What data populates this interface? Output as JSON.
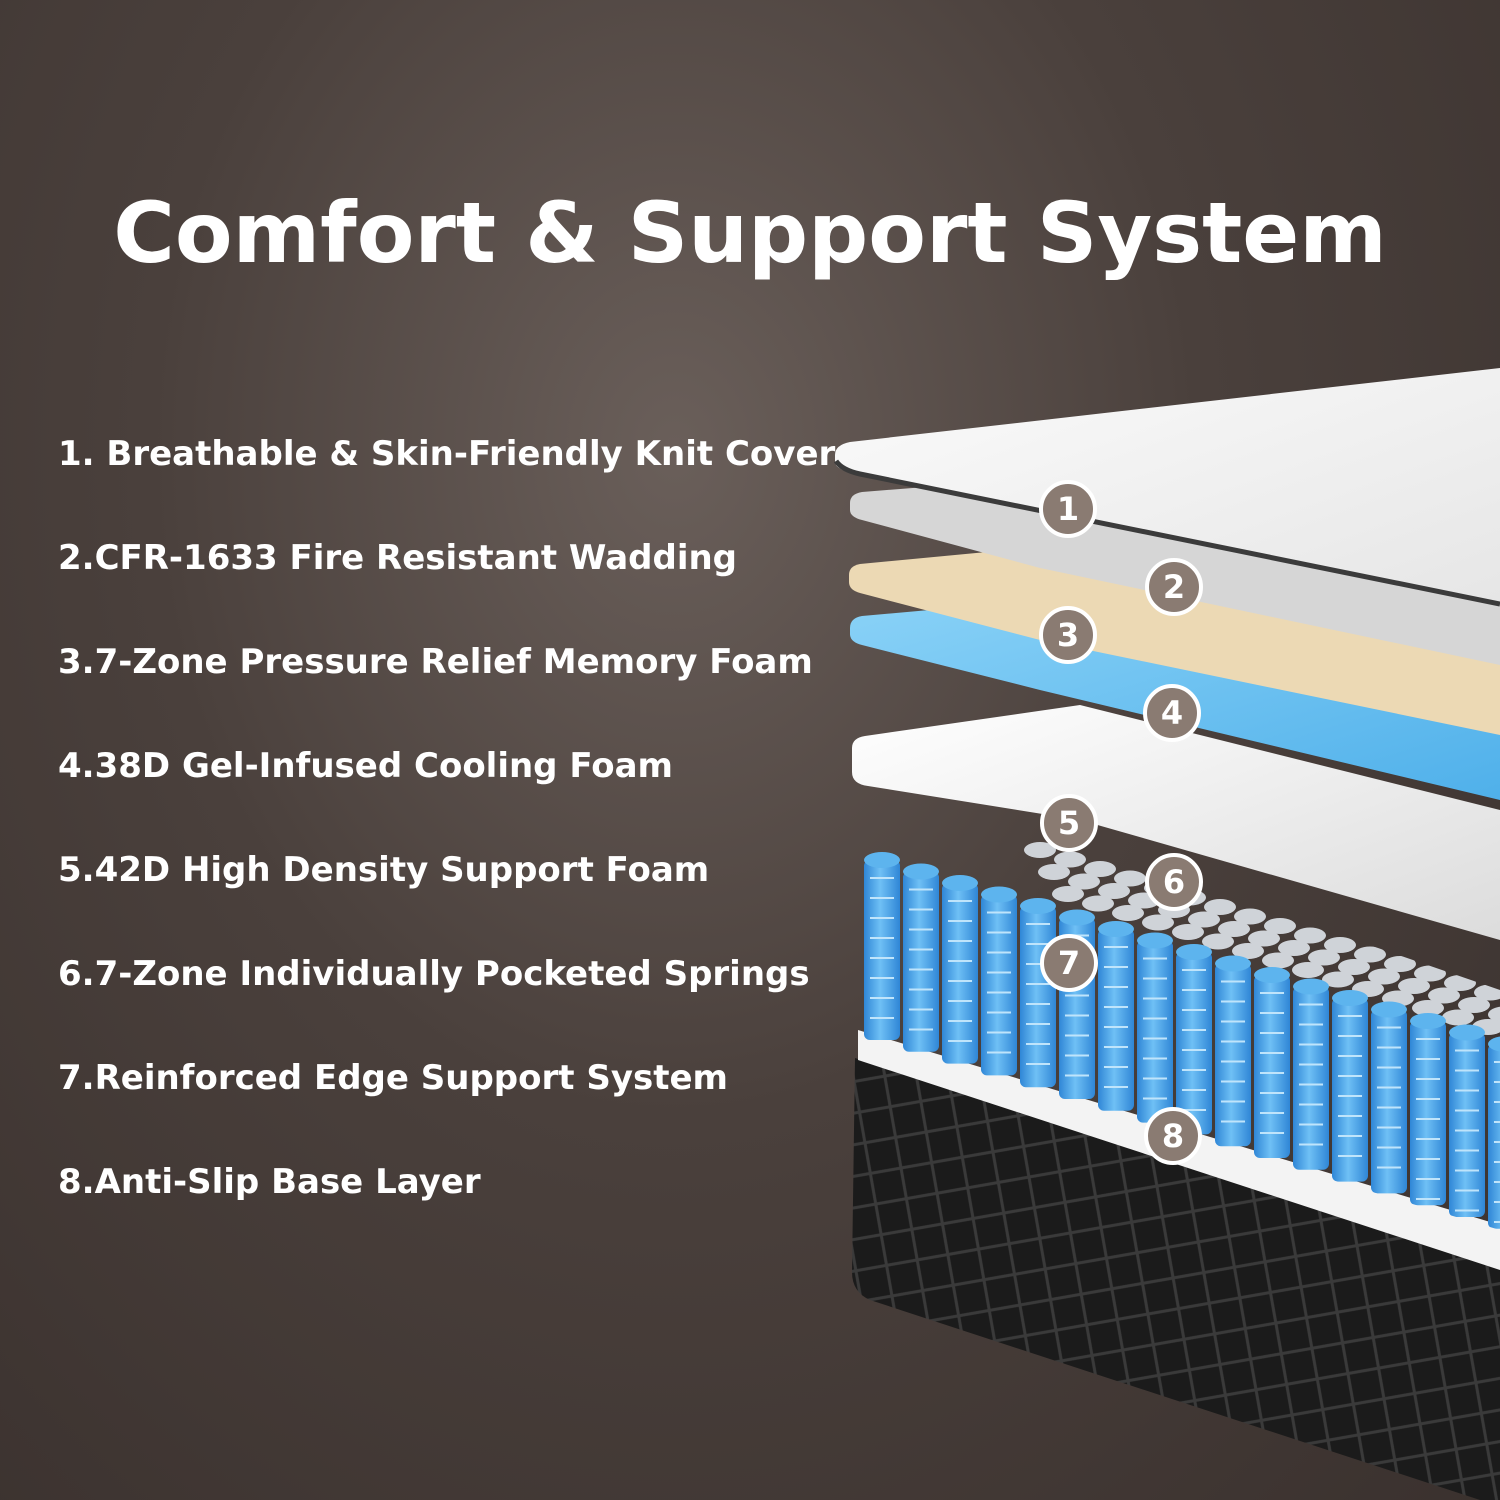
{
  "title": "Comfort & Support System",
  "layers": [
    {
      "label": "1. Breathable & Skin-Friendly Knit Cover",
      "badge": "1"
    },
    {
      "label": "2.CFR-1633 Fire Resistant Wadding",
      "badge": "2"
    },
    {
      "label": "3.7-Zone Pressure Relief Memory Foam",
      "badge": "3"
    },
    {
      "label": "4.38D Gel-Infused Cooling Foam",
      "badge": "4"
    },
    {
      "label": "5.42D High Density Support Foam",
      "badge": "5"
    },
    {
      "label": "6.7-Zone Individually Pocketed Springs",
      "badge": "6"
    },
    {
      "label": "7.Reinforced Edge Support System",
      "badge": "7"
    },
    {
      "label": "8.Anti-Slip Base Layer",
      "badge": "8"
    }
  ],
  "colors": {
    "background": "#4a403c",
    "cover": "#f2f2f2",
    "wadding": "#d4d4d4",
    "memory_foam": "#ecd9b4",
    "gel_foam": "#6fc3f2",
    "support_foam": "#f4f4f4",
    "springs": "#3f9be6",
    "edge_springs": "#cfd3d8",
    "base": "#1d1d1d",
    "badge": "#8a7b72"
  }
}
